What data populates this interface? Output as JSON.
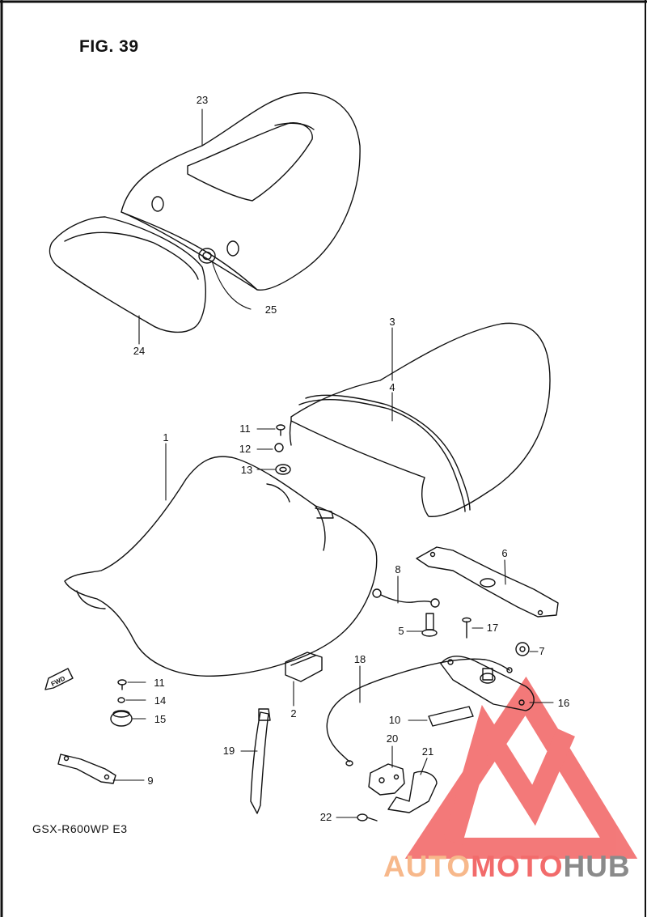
{
  "figure": {
    "title": "FIG. 39",
    "model": "GSX-R600WP E3"
  },
  "direction_marker": {
    "label": "FWD"
  },
  "callouts": [
    {
      "id": "c23",
      "label": "23"
    },
    {
      "id": "c24",
      "label": "24"
    },
    {
      "id": "c25",
      "label": "25"
    },
    {
      "id": "c3",
      "label": "3"
    },
    {
      "id": "c4",
      "label": "4"
    },
    {
      "id": "c1",
      "label": "1"
    },
    {
      "id": "c11a",
      "label": "11"
    },
    {
      "id": "c12",
      "label": "12"
    },
    {
      "id": "c13",
      "label": "13"
    },
    {
      "id": "c6",
      "label": "6"
    },
    {
      "id": "c8",
      "label": "8"
    },
    {
      "id": "c5",
      "label": "5"
    },
    {
      "id": "c17",
      "label": "17"
    },
    {
      "id": "c7",
      "label": "7"
    },
    {
      "id": "c18",
      "label": "18"
    },
    {
      "id": "c16",
      "label": "16"
    },
    {
      "id": "c11b",
      "label": "11"
    },
    {
      "id": "c14",
      "label": "14"
    },
    {
      "id": "c15",
      "label": "15"
    },
    {
      "id": "c2",
      "label": "2"
    },
    {
      "id": "c10",
      "label": "10"
    },
    {
      "id": "c19",
      "label": "19"
    },
    {
      "id": "c20",
      "label": "20"
    },
    {
      "id": "c21",
      "label": "21"
    },
    {
      "id": "c9",
      "label": "9"
    },
    {
      "id": "c22",
      "label": "22"
    }
  ],
  "watermark": {
    "part1": "AUTO",
    "part2": "MOTO",
    "part3": "HUB"
  },
  "colors": {
    "line": "#111111",
    "watermark_red": "#f26b6b",
    "watermark_orange": "#f7b88b",
    "watermark_gray": "#8a8a8a"
  }
}
